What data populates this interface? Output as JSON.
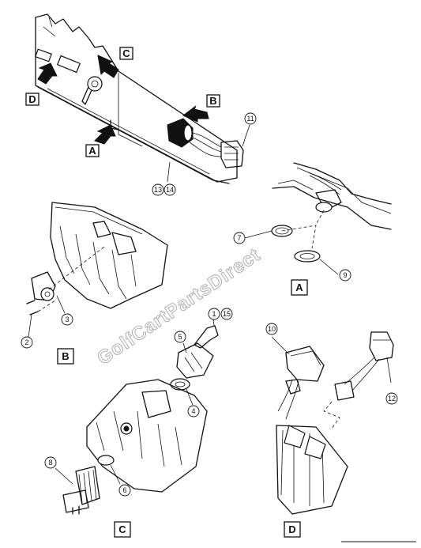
{
  "watermark": "GolfCartPartsDirect",
  "view_labels": {
    "a": "A",
    "b": "B",
    "c": "C",
    "d": "D"
  },
  "callouts": {
    "c1": "1",
    "c2": "2",
    "c3": "3",
    "c4": "4",
    "c5": "5",
    "c6": "6",
    "c7": "7",
    "c8": "8",
    "c9": "9",
    "c10": "10",
    "c11": "11",
    "c12": "12",
    "c13": "13",
    "c14": "14",
    "c15": "15"
  },
  "colors": {
    "line": "#111111",
    "watermark": "#a8a8a8",
    "background": "#ffffff"
  }
}
